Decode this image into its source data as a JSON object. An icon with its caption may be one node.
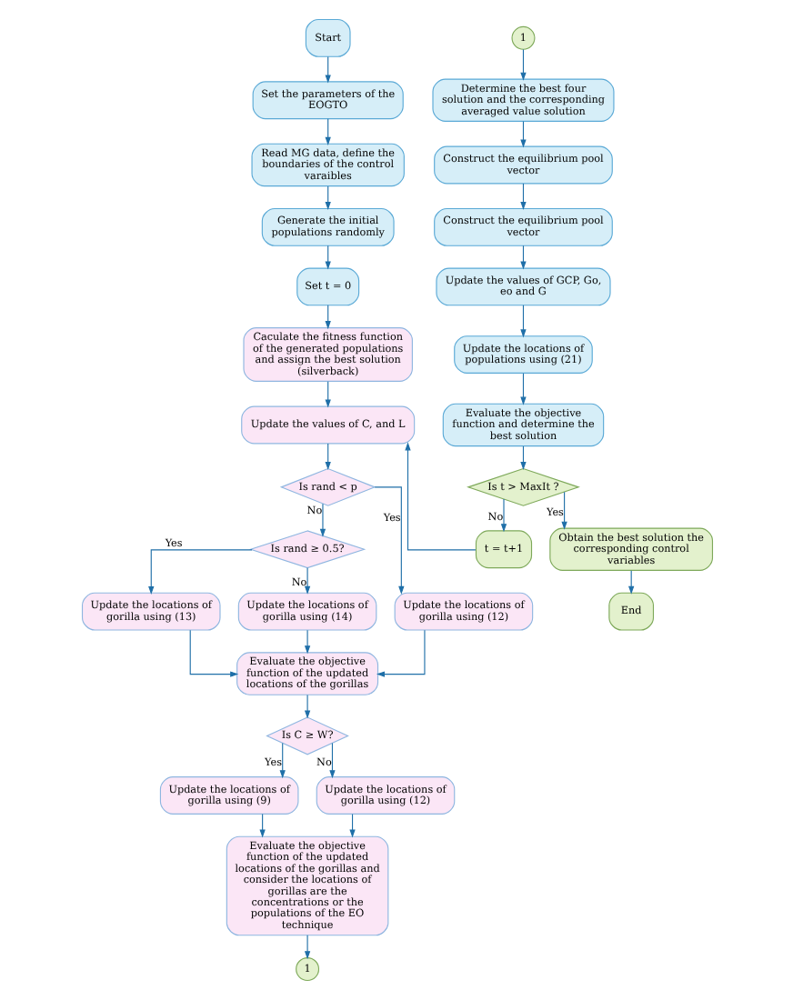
{
  "diagram": {
    "nodes": [
      {
        "text": [
          "Start"
        ]
      },
      {
        "text": [
          "Set the parameters of the EOGTO"
        ]
      },
      {
        "text": [
          "Read MG data, define the boundaries of the control varaibles"
        ]
      },
      {
        "text": [
          "Generate the initial populations randomly"
        ]
      },
      {
        "text": [
          "Set t = 0"
        ]
      },
      {
        "text": [
          "Caculate the fitness function of the generated populations and assign the best solution (silverback)"
        ]
      },
      {
        "text": [
          "Update the values of C, and L"
        ]
      },
      {
        "text": [
          "Is rand < p"
        ]
      },
      {
        "text": [
          "Update the locations of gorilla using (13)"
        ]
      },
      {
        "text": [
          "Is rand ≥ 0.5?"
        ]
      },
      {
        "text": [
          "Update the locations of gorilla using (14)"
        ]
      },
      {
        "text": [
          "Update the locations of gorilla using (12)"
        ]
      },
      {
        "text": [
          "Evaluate the objective function of the updated locations of the gorillas"
        ]
      },
      {
        "text": [
          "Is C ≥ W?"
        ]
      },
      {
        "text": [
          "Update the locations of gorilla using (9)"
        ]
      },
      {
        "text": [
          "Update the locations of gorilla using (12)"
        ]
      },
      {
        "text": [
          "Evaluate the objective function of the updated locations of the gorillas and consider the locations of gorillas are the concentrations or the populations of the EO technique"
        ]
      },
      {
        "text": [
          "1"
        ]
      },
      {
        "text": [
          "1"
        ]
      },
      {
        "text": [
          "Determine the best four solution and the corresponding averaged value solution"
        ]
      },
      {
        "text": [
          "Construct the equilibrium pool vector"
        ]
      },
      {
        "text": [
          "Construct the equilibrium pool vector"
        ]
      },
      {
        "text": [
          "Update the values of GCP, Go, eo and G"
        ]
      },
      {
        "text": [
          "Update the locations of populations using (21)"
        ]
      },
      {
        "text": [
          "Evaluate the objective function and determine the best solution"
        ]
      },
      {
        "text": [
          "Is t > MaxIt ?"
        ]
      },
      {
        "text": [
          "Obtain the best solution the corresponding control variables"
        ]
      },
      {
        "text": [
          "End"
        ]
      },
      {
        "text": [
          "t = t+1"
        ]
      }
    ],
    "edges": [
      {
        "from": 0,
        "to": 1,
        "arrow": "to"
      },
      {
        "from": 1,
        "to": 2,
        "arrow": "to"
      },
      {
        "from": 2,
        "to": 3,
        "arrow": "to"
      },
      {
        "from": 3,
        "to": 4,
        "arrow": "to"
      },
      {
        "from": 4,
        "to": 5,
        "arrow": "to"
      },
      {
        "from": 5,
        "to": 6,
        "arrow": "to"
      },
      {
        "from": 6,
        "to": 7,
        "arrow": "to"
      },
      {
        "from": 7,
        "to": 9,
        "arrow": "to",
        "label": "No"
      },
      {
        "from": 7,
        "to": 11,
        "arrow": "to",
        "label": "Yes"
      },
      {
        "from": 9,
        "to": 8,
        "arrow": "to",
        "label": "Yes"
      },
      {
        "from": 9,
        "to": 10,
        "arrow": "to",
        "label": "No"
      },
      {
        "from": 8,
        "to": 12,
        "arrow": "to"
      },
      {
        "from": 10,
        "to": 12,
        "arrow": "to"
      },
      {
        "from": 11,
        "to": 12,
        "arrow": "to"
      },
      {
        "from": 12,
        "to": 13,
        "arrow": "to"
      },
      {
        "from": 13,
        "to": 14,
        "arrow": "to",
        "label": "Yes"
      },
      {
        "from": 13,
        "to": 15,
        "arrow": "to",
        "label": "No"
      },
      {
        "from": 14,
        "to": 16,
        "arrow": "to"
      },
      {
        "from": 15,
        "to": 16,
        "arrow": "to"
      },
      {
        "from": 16,
        "to": 17,
        "arrow": "to"
      },
      {
        "from": 18,
        "to": 19,
        "arrow": "to"
      },
      {
        "from": 19,
        "to": 20,
        "arrow": "to"
      },
      {
        "from": 20,
        "to": 21,
        "arrow": "to"
      },
      {
        "from": 21,
        "to": 22,
        "arrow": "to"
      },
      {
        "from": 22,
        "to": 23,
        "arrow": "to"
      },
      {
        "from": 23,
        "to": 24,
        "arrow": "to"
      },
      {
        "from": 24,
        "to": 25,
        "arrow": "to"
      },
      {
        "from": 25,
        "to": 28,
        "arrow": "to",
        "label": "No"
      },
      {
        "from": 28,
        "to": 6,
        "arrow": "to"
      },
      {
        "from": 25,
        "to": 26,
        "arrow": "to",
        "label": "Yes"
      },
      {
        "from": 26,
        "to": 27,
        "arrow": "to"
      }
    ]
  }
}
